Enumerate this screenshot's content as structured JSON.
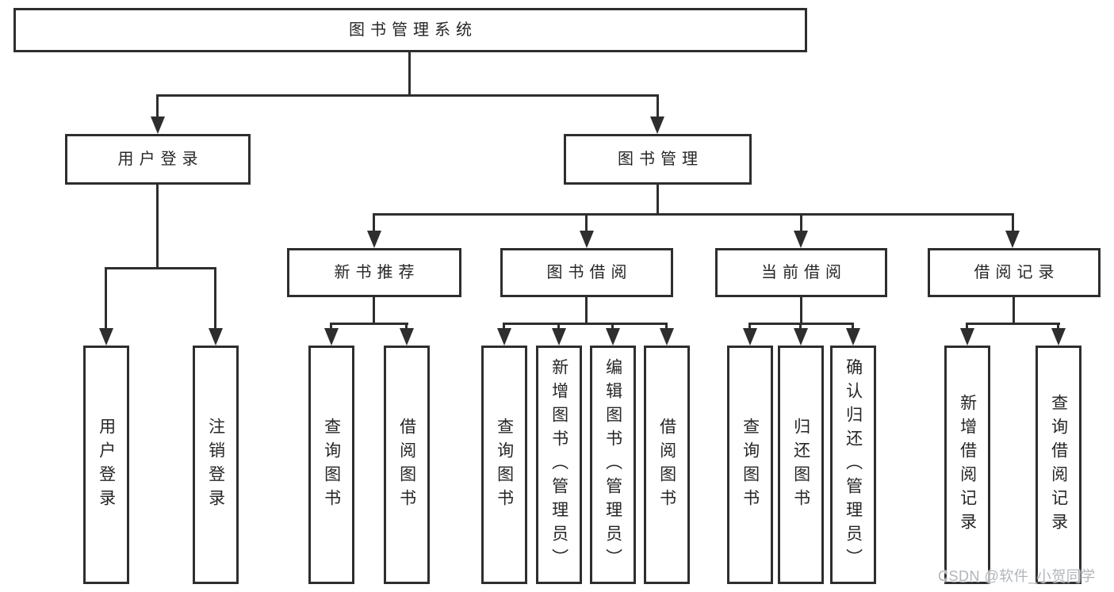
{
  "colors": {
    "line": "#2e2e2e",
    "text": "#262626",
    "background": "#ffffff",
    "watermark": "#b1b5ba"
  },
  "diagram": {
    "root": {
      "label": "图书管理系统"
    },
    "branches": [
      {
        "label": "用户登录",
        "children": [
          {
            "label": "用户登录"
          },
          {
            "label": "注销登录"
          }
        ]
      },
      {
        "label": "图书管理",
        "children": [
          {
            "label": "新书推荐",
            "children": [
              {
                "label": "查询图书"
              },
              {
                "label": "借阅图书"
              }
            ]
          },
          {
            "label": "图书借阅",
            "children": [
              {
                "label": "查询图书"
              },
              {
                "label": "新增图书（管理员）"
              },
              {
                "label": "编辑图书（管理员）"
              },
              {
                "label": "借阅图书"
              }
            ]
          },
          {
            "label": "当前借阅",
            "children": [
              {
                "label": "查询图书"
              },
              {
                "label": "归还图书"
              },
              {
                "label": "确认归还（管理员）"
              }
            ]
          },
          {
            "label": "借阅记录",
            "children": [
              {
                "label": "新增借阅记录"
              },
              {
                "label": "查询借阅记录"
              }
            ]
          }
        ]
      }
    ]
  },
  "watermark": {
    "text": "CSDN @软件_小贺同学"
  }
}
